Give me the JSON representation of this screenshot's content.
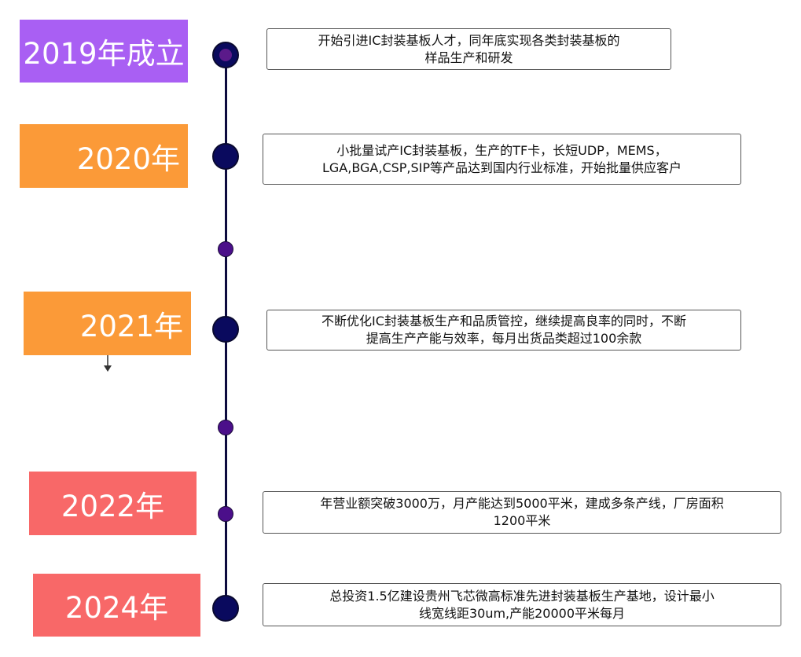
{
  "milestones": [
    {
      "year": "2019年成立",
      "color": "#a95ff3",
      "text": "开始引进IC封装基板人才，同年底实现各类封装基板的\n样品生产和研发"
    },
    {
      "year": "2020年",
      "color": "#fb9a38",
      "text": "小批量试产IC封装基板，生产的TF卡，长短UDP，MEMS，\nLGA,BGA,CSP,SIP等产品达到国内行业标准，开始批量供应客户"
    },
    {
      "year": "2021年",
      "color": "#fb9a38",
      "text": "不断优化IC封装基板生产和品质管控，继续提高良率的同时，不断\n提高生产产能与效率，每月出货品类超过100余款"
    },
    {
      "year": "2022年",
      "color": "#f86868",
      "text": "年营业额突破3000万，月产能达到5000平米，建成多条产线，厂房面积\n1200平米"
    },
    {
      "year": "2024年",
      "color": "#f86868",
      "text": "总投资1.5亿建设贵州飞芯微高标准先进封装基板生产基地，设计最小\n线宽线距30um,产能20000平米每月"
    }
  ],
  "timeline": {
    "line_color": "#0d0b3f",
    "node_color": "#0a0a5e",
    "small_node_color": "#4b0f8a"
  }
}
